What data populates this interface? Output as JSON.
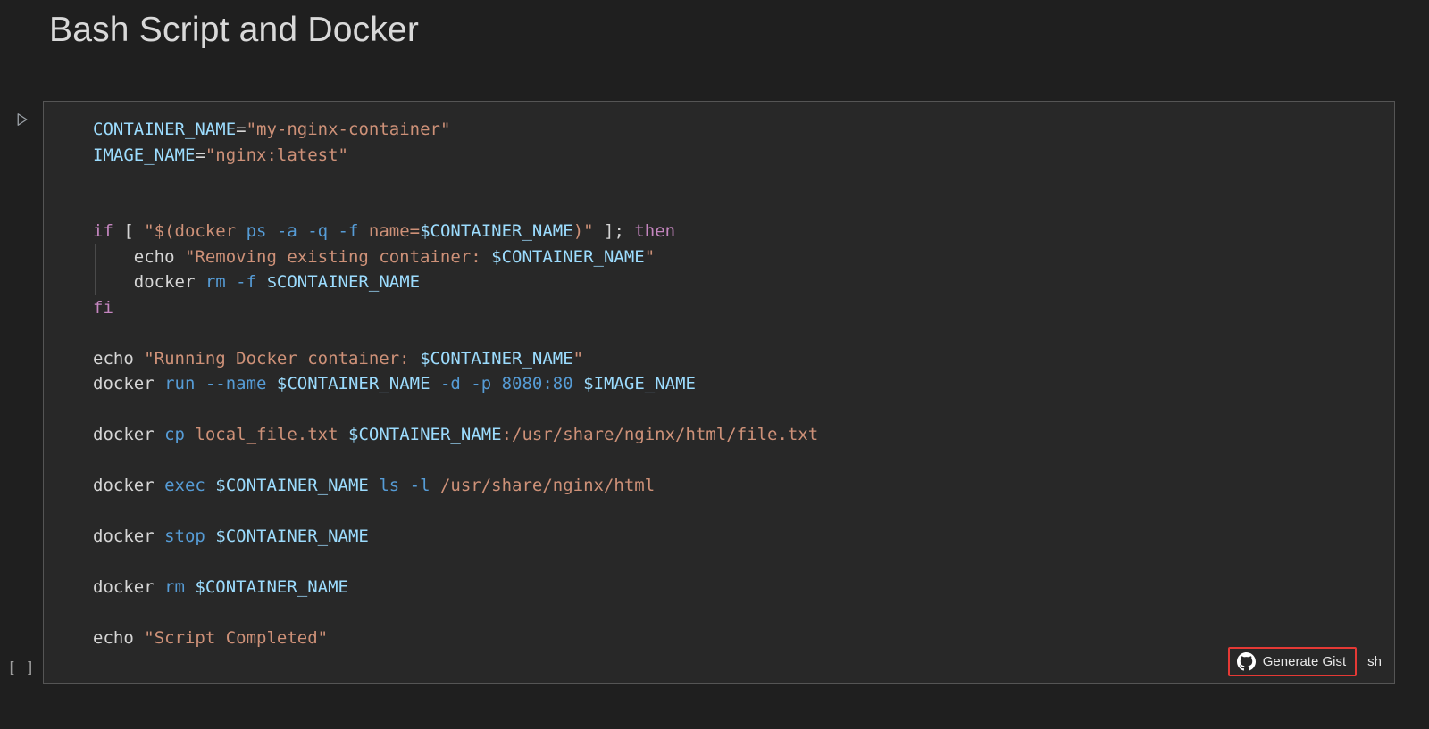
{
  "page": {
    "title": "Bash Script and Docker"
  },
  "cell": {
    "brackets_label": "[ ]",
    "footer": {
      "gist_button_label": "Generate Gist",
      "language_label": "sh"
    }
  },
  "icons": {
    "run": "run-icon (outlined right-pointing triangle)",
    "github": "github-icon (octocat mark)"
  },
  "colors": {
    "page_bg": "#1f1f1f",
    "cell_bg": "#282828",
    "cell_border": "#555555",
    "title_text": "#d9d9d9",
    "muted": "#9e9e9e",
    "highlight_red": "#e53935",
    "button_text": "#e8e8e8",
    "indent_guide": "#4a4a4a",
    "tok_plain": "#d6d6d6",
    "tok_kw": "#c586c0",
    "tok_str": "#ce9178",
    "tok_var": "#9cdcfe",
    "tok_flag": "#569cd6"
  },
  "code": {
    "language": "sh",
    "lines": [
      [
        {
          "t": "CONTAINER_NAME",
          "c": "var"
        },
        {
          "t": "=",
          "c": "plain"
        },
        {
          "t": "\"my-nginx-container\"",
          "c": "str"
        }
      ],
      [
        {
          "t": "IMAGE_NAME",
          "c": "var"
        },
        {
          "t": "=",
          "c": "plain"
        },
        {
          "t": "\"nginx:latest\"",
          "c": "str"
        }
      ],
      [],
      [],
      [
        {
          "t": "if",
          "c": "kw"
        },
        {
          "t": " [ ",
          "c": "plain"
        },
        {
          "t": "\"$(docker ",
          "c": "str"
        },
        {
          "t": "ps -a -q -f ",
          "c": "flag"
        },
        {
          "t": "name=",
          "c": "str"
        },
        {
          "t": "$CONTAINER_NAME",
          "c": "var"
        },
        {
          "t": ")\"",
          "c": "str"
        },
        {
          "t": " ]; ",
          "c": "plain"
        },
        {
          "t": "then",
          "c": "kw"
        }
      ],
      [
        {
          "t": "    echo ",
          "c": "plain"
        },
        {
          "t": "\"Removing existing container: ",
          "c": "str"
        },
        {
          "t": "$CONTAINER_NAME",
          "c": "var"
        },
        {
          "t": "\"",
          "c": "str"
        }
      ],
      [
        {
          "t": "    docker ",
          "c": "plain"
        },
        {
          "t": "rm -f ",
          "c": "flag"
        },
        {
          "t": "$CONTAINER_NAME",
          "c": "var"
        }
      ],
      [
        {
          "t": "fi",
          "c": "kw"
        }
      ],
      [],
      [
        {
          "t": "echo ",
          "c": "plain"
        },
        {
          "t": "\"Running Docker container: ",
          "c": "str"
        },
        {
          "t": "$CONTAINER_NAME",
          "c": "var"
        },
        {
          "t": "\"",
          "c": "str"
        }
      ],
      [
        {
          "t": "docker ",
          "c": "plain"
        },
        {
          "t": "run --name ",
          "c": "flag"
        },
        {
          "t": "$CONTAINER_NAME",
          "c": "var"
        },
        {
          "t": " ",
          "c": "plain"
        },
        {
          "t": "-d -p 8080:80",
          "c": "flag"
        },
        {
          "t": " ",
          "c": "plain"
        },
        {
          "t": "$IMAGE_NAME",
          "c": "var"
        }
      ],
      [],
      [
        {
          "t": "docker ",
          "c": "plain"
        },
        {
          "t": "cp ",
          "c": "flag"
        },
        {
          "t": "local_file.txt ",
          "c": "str"
        },
        {
          "t": "$CONTAINER_NAME",
          "c": "var"
        },
        {
          "t": ":/usr/share/nginx/html/file.txt",
          "c": "str"
        }
      ],
      [],
      [
        {
          "t": "docker ",
          "c": "plain"
        },
        {
          "t": "exec ",
          "c": "flag"
        },
        {
          "t": "$CONTAINER_NAME",
          "c": "var"
        },
        {
          "t": " ",
          "c": "plain"
        },
        {
          "t": "ls -l ",
          "c": "flag"
        },
        {
          "t": "/usr/share/nginx/html",
          "c": "str"
        }
      ],
      [],
      [
        {
          "t": "docker ",
          "c": "plain"
        },
        {
          "t": "stop ",
          "c": "flag"
        },
        {
          "t": "$CONTAINER_NAME",
          "c": "var"
        }
      ],
      [],
      [
        {
          "t": "docker ",
          "c": "plain"
        },
        {
          "t": "rm ",
          "c": "flag"
        },
        {
          "t": "$CONTAINER_NAME",
          "c": "var"
        }
      ],
      [],
      [
        {
          "t": "echo ",
          "c": "plain"
        },
        {
          "t": "\"Script Completed\"",
          "c": "str"
        }
      ]
    ]
  }
}
